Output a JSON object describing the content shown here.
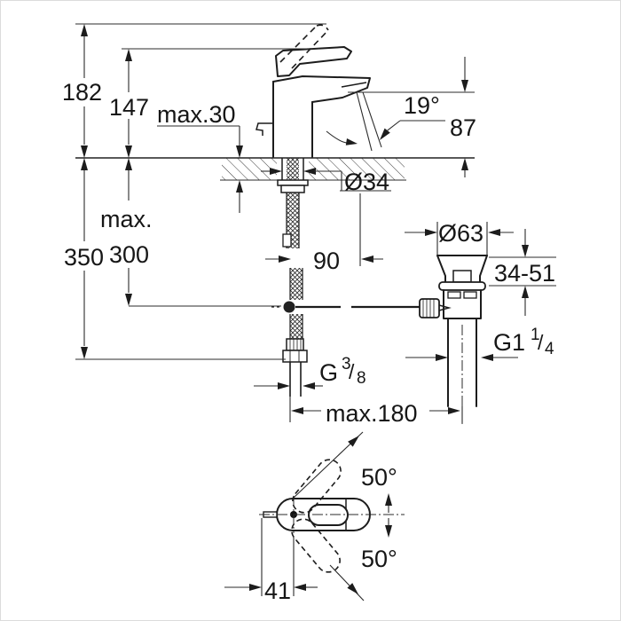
{
  "drawing": {
    "labels": {
      "dim_182": "182",
      "dim_147": "147",
      "dim_max30": "max.30",
      "angle_19": "19°",
      "dim_87": "87",
      "dia_34": "Ø34",
      "max_prefix": "max.",
      "dim_350": "350",
      "dim_300": "300",
      "dim_90": "90",
      "dia_63": "Ø63",
      "range_34_51": "34-51",
      "thread_g114_base": "G1",
      "thread_g114_num": "1",
      "thread_g114_slash": "/",
      "thread_g114_den": "4",
      "thread_g38_base": "G",
      "thread_g38_num": "3",
      "thread_g38_slash": "/",
      "thread_g38_den": "8",
      "dim_max180": "max.180",
      "angle_50_upper": "50°",
      "angle_50_lower": "50°",
      "dim_41": "41"
    },
    "colors": {
      "line": "#1c1c1c",
      "background": "#ffffff"
    }
  }
}
